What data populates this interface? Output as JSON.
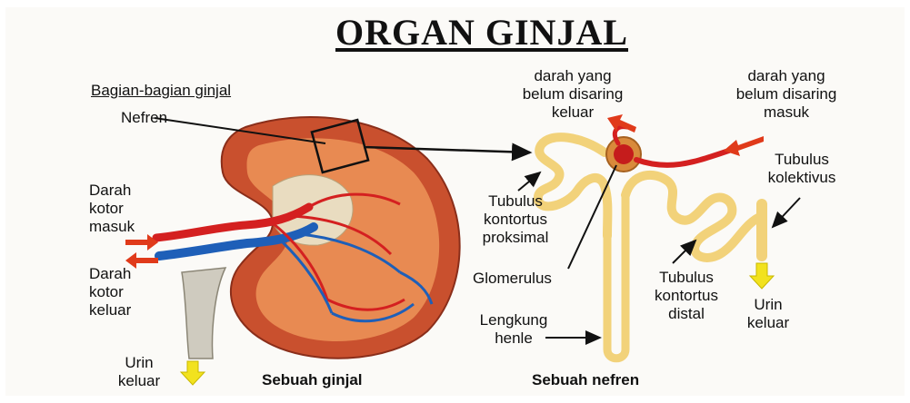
{
  "title": "ORGAN GINJAL",
  "kidney": {
    "parts_heading": "Bagian-bagian ginjal",
    "nephron_label": "Nefren",
    "dirty_blood_in": [
      "Darah",
      "kotor",
      "masuk"
    ],
    "dirty_blood_out": [
      "Darah",
      "kotor",
      "keluar"
    ],
    "urine_out": [
      "Urin",
      "keluar"
    ],
    "caption": "Sebuah ginjal"
  },
  "nephron": {
    "unfiltered_blood_out": [
      "darah yang",
      "belum disaring",
      "keluar"
    ],
    "unfiltered_blood_in": [
      "darah yang",
      "belum disaring",
      "masuk"
    ],
    "collecting_tubule": [
      "Tubulus",
      "kolektivus"
    ],
    "proximal_tubule": [
      "Tubulus",
      "kontortus",
      "proksimal"
    ],
    "glomerulus": "Glomerulus",
    "distal_tubule": [
      "Tubulus",
      "kontortus",
      "distal"
    ],
    "loop_of_henle": [
      "Lengkung",
      "henle"
    ],
    "urine_out": [
      "Urin",
      "keluar"
    ],
    "caption": "Sebuah nefren"
  },
  "colors": {
    "kidney_cortex": "#c9502e",
    "kidney_medulla": "#e88a52",
    "artery": "#d42020",
    "vein": "#1e5fb8",
    "tubule": "#f2d27a",
    "arrow_red": "#e03a1a",
    "arrow_yellow": "#f2e21e"
  }
}
